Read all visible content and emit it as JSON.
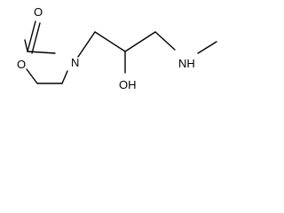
{
  "molecule": {
    "atoms": {
      "carbonyl_oxygen": "O",
      "ring_oxygen": "O",
      "ring_nitrogen": "N",
      "hydroxyl": "OH",
      "amine": "NH"
    }
  }
}
